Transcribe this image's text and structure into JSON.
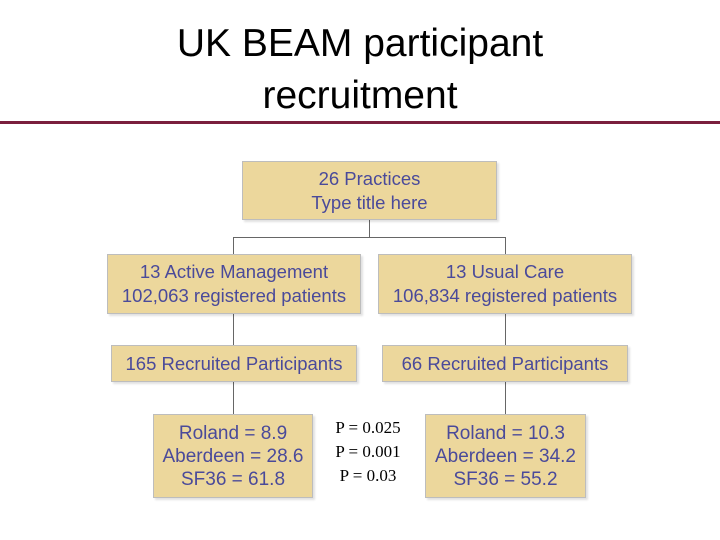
{
  "slide": {
    "title_line1": "UK BEAM participant",
    "title_line2": "recruitment",
    "accent_color": "#7a1f3d",
    "box_color": "#ecd79c",
    "box_text_color": "#4a4a9a"
  },
  "diagram": {
    "root": {
      "line1": "26 Practices",
      "line2": "Type title here"
    },
    "left": {
      "arm": {
        "line1": "13 Active Management",
        "line2": "102,063 registered patients"
      },
      "recruited": "165 Recruited Participants",
      "scores": [
        "Roland = 8.9",
        "Aberdeen = 28.6",
        "SF36 = 61.8"
      ]
    },
    "right": {
      "arm": {
        "line1": "13 Usual Care",
        "line2": "106,834 registered patients"
      },
      "recruited": "66 Recruited Participants",
      "scores": [
        "Roland = 10.3",
        "Aberdeen = 34.2",
        "SF36 = 55.2"
      ]
    },
    "p_values": [
      "P = 0.025",
      "P = 0.001",
      "P = 0.03"
    ]
  }
}
